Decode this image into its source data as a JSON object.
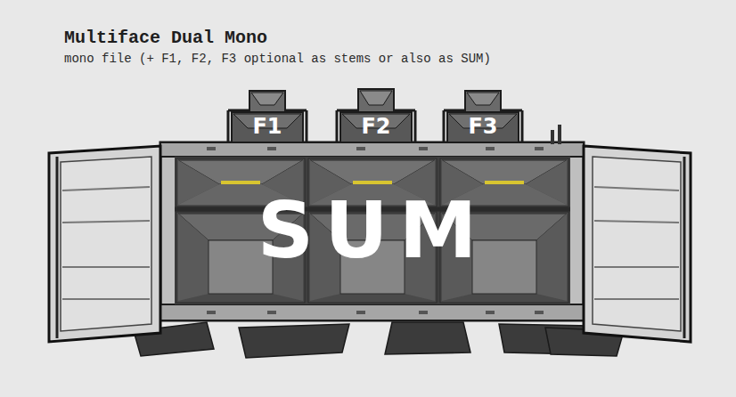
{
  "diagram": {
    "title": "Multiface Dual Mono",
    "nodes": [
      {
        "text": [
          "F1"
        ]
      },
      {
        "text": [
          "F2"
        ]
      },
      {
        "text": [
          "F3"
        ]
      },
      {
        "text": [
          "SUM"
        ]
      }
    ],
    "labels": [
      "mono file (+ F1, F2, F3 optional as stems or also as SUM)"
    ]
  }
}
